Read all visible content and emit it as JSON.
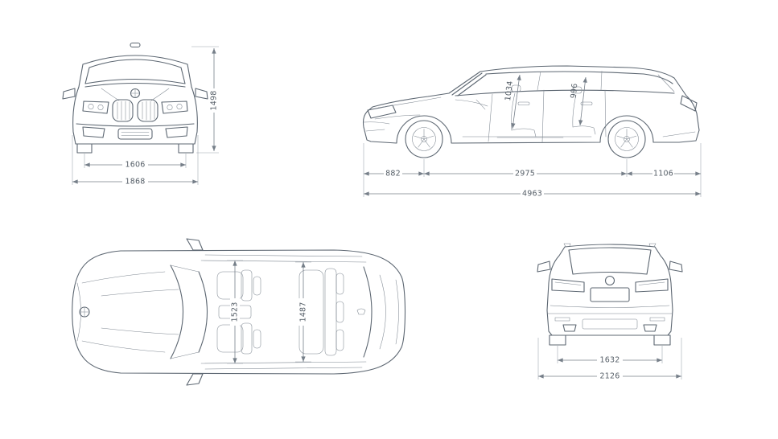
{
  "page": {
    "background": "#ffffff"
  },
  "colors": {
    "car_line": "#5d6772",
    "dimension_line": "#767f89",
    "dimension_text": "#555e67"
  },
  "views": {
    "front": {
      "name": "front-view",
      "dims": {
        "height": "1498",
        "track_width": "1606",
        "overall_width": "1868"
      }
    },
    "side": {
      "name": "side-view",
      "dims": {
        "front_interior_height": "1034",
        "rear_interior_height": "996",
        "front_overhang": "882",
        "wheelbase": "2975",
        "rear_overhang": "1106",
        "overall_length": "4963"
      }
    },
    "top": {
      "name": "top-view",
      "dims": {
        "front_interior_width": "1523",
        "rear_interior_width": "1487"
      }
    },
    "rear": {
      "name": "rear-view",
      "dims": {
        "track_width": "1632",
        "overall_width_incl_mirrors": "2126"
      }
    }
  }
}
